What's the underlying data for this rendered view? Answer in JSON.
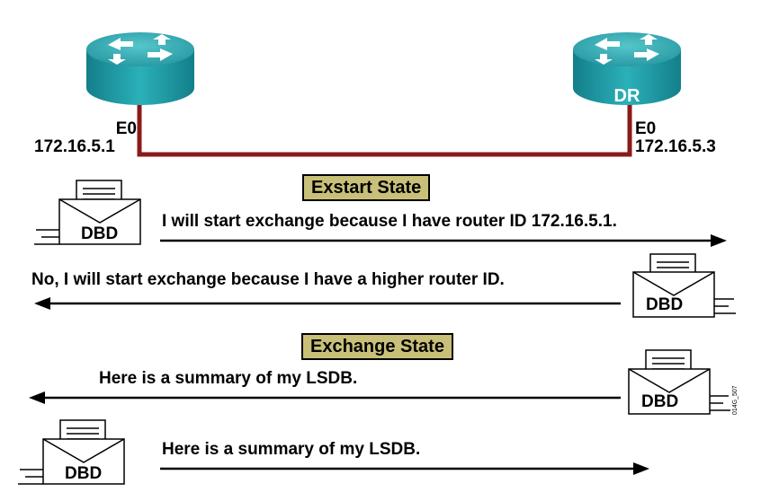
{
  "routers": {
    "left": {
      "interface": "E0",
      "ip": "172.16.5.1",
      "label": ""
    },
    "right": {
      "interface": "E0",
      "ip": "172.16.5.3",
      "label": "DR"
    }
  },
  "states": {
    "exstart": "Exstart State",
    "exchange": "Exchange State"
  },
  "messages": [
    {
      "text": "I will start exchange because I have router ID 172.16.5.1.",
      "direction": "right"
    },
    {
      "text": "No, I will start exchange because I have a higher router ID.",
      "direction": "left"
    },
    {
      "text": "Here is a summary of my LSDB.",
      "direction": "left"
    },
    {
      "text": "Here is a summary of my LSDB.",
      "direction": "right"
    }
  ],
  "packet_label": "DBD",
  "figure_id": "014G_507",
  "colors": {
    "router_top": "#3aa8b0",
    "router_body": "#1e8c96",
    "link": "#8b1a1a",
    "state_bg": "#c8c078"
  }
}
